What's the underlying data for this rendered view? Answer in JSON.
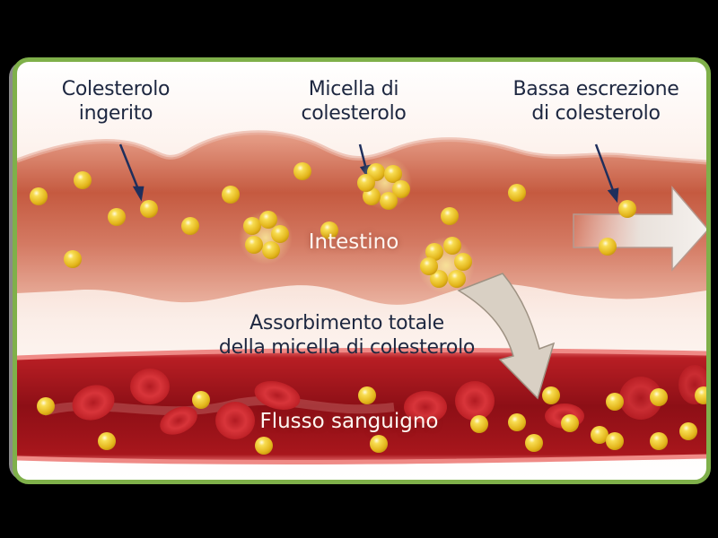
{
  "diagram": {
    "topic": "Cholesterol absorption",
    "labels": {
      "ingested": {
        "line1": "Colesterolo",
        "line2": "ingerito"
      },
      "micelle": {
        "line1": "Micella di",
        "line2": "colesterolo"
      },
      "excretion": {
        "line1": "Bassa escrezione",
        "line2": "di colesterolo"
      },
      "intestine": "Intestino",
      "absorption": {
        "line1": "Assorbimento totale",
        "line2": "della micella di colesterolo"
      },
      "bloodstream": "Flusso sanguigno"
    },
    "colors": {
      "frame_border": "#7fb04a",
      "label_text": "#1d2740",
      "intestine": "#d9826a",
      "blood_vessel": "#a3161d",
      "cholesterol_particle": "#f2c62c",
      "arrow": "#d9d0c4"
    },
    "icons": [
      "cholesterol-particle-icon",
      "micelle-cluster-icon",
      "red-blood-cell-icon",
      "pointer-arrow-icon",
      "flow-arrow-icon"
    ]
  }
}
